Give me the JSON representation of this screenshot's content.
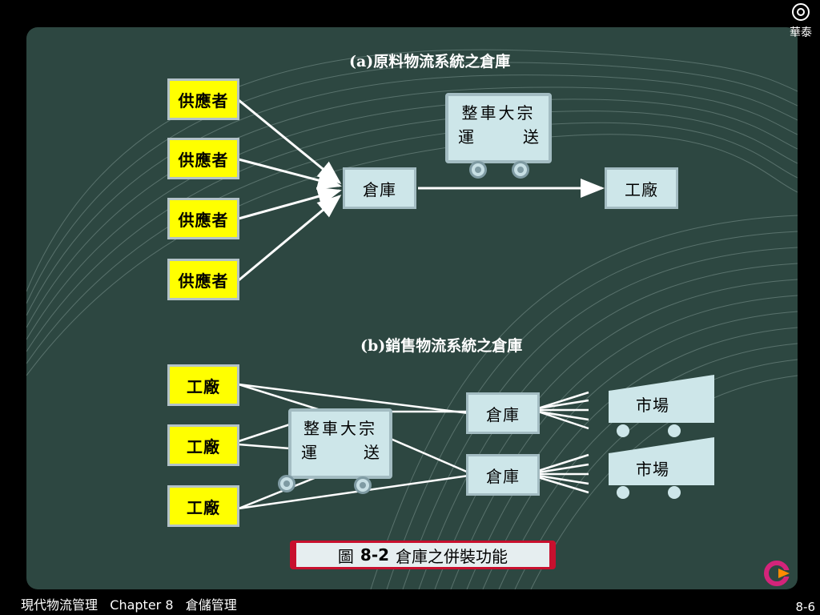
{
  "brand": {
    "text": "華泰"
  },
  "figure": {
    "heading_a": "(a)原料物流系統之倉庫",
    "heading_b": "(b)銷售物流系統之倉庫",
    "a": {
      "suppliers": [
        "供應者",
        "供應者",
        "供應者",
        "供應者"
      ],
      "truck": {
        "line1": "整車大宗",
        "line2_left": "運",
        "line2_right": "送"
      },
      "warehouse": "倉庫",
      "factory": "工廠"
    },
    "b": {
      "factories": [
        "工廠",
        "工廠",
        "工廠"
      ],
      "truck": {
        "line1": "整車大宗",
        "line2_left": "運",
        "line2_right": "送"
      },
      "warehouses": [
        "倉庫",
        "倉庫"
      ],
      "markets": [
        "市場",
        "市場"
      ]
    },
    "caption": {
      "prefix": "圖",
      "number": "8-2",
      "title": "倉庫之併裝功能"
    }
  },
  "footer": {
    "course": "現代物流管理",
    "chapter": "Chapter 8",
    "topic": "倉儲管理",
    "page": "8-6"
  },
  "colors": {
    "panel": "#2d4741",
    "supplier_box": "#ffff00",
    "node_box": "#cde6e9",
    "caption_border": "#c8102e"
  }
}
